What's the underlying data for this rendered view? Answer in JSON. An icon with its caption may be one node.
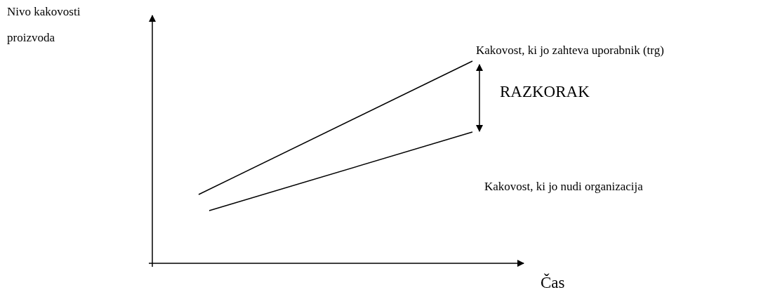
{
  "diagram": {
    "labels": [
      "Nivo kakovosti proizvoda",
      "Kakovost, ki jo zahteva uporabnik (trg)",
      "RAZKORAK",
      "Kakovost, ki jo nudi organizacija",
      "Čas"
    ]
  }
}
